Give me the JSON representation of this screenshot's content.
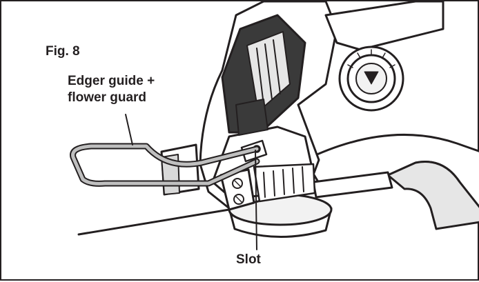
{
  "figure": {
    "number_label": "Fig. 8",
    "callouts": {
      "edger_line1": "Edger guide +",
      "edger_line2": "flower guard",
      "slot": "Slot"
    }
  },
  "colors": {
    "ink": "#231f20",
    "body_dark": "#3a3a3a",
    "body_mid": "#9a9a9a",
    "body_light": "#d9d9d9",
    "guard_gray": "#bfbfbf"
  }
}
